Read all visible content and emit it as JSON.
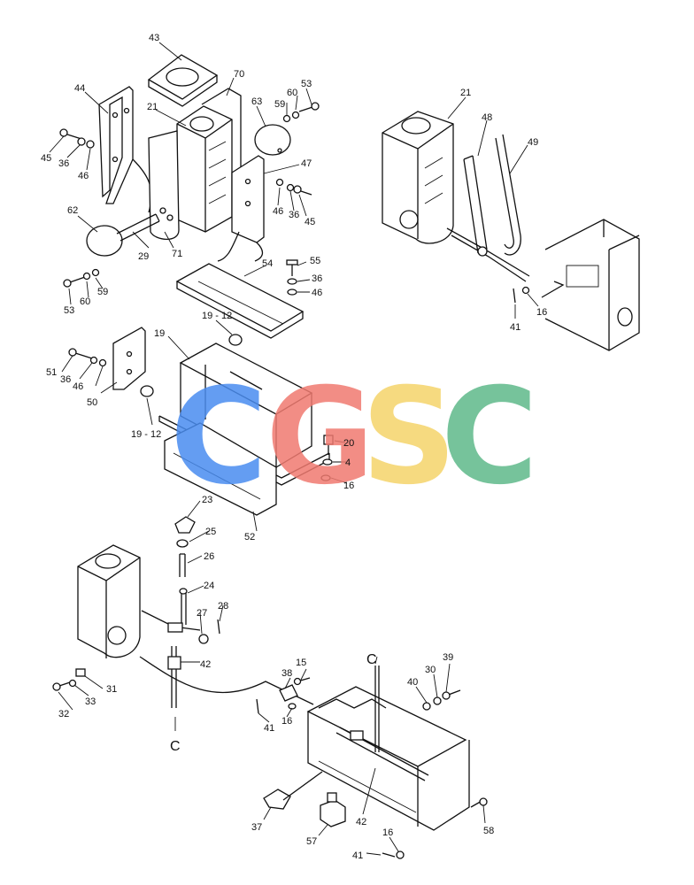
{
  "watermark": {
    "letters": [
      "C",
      "G",
      "S",
      "C"
    ],
    "colors": [
      "#4a8df0",
      "#f07a70",
      "#f5d46a",
      "#5fb98a"
    ]
  },
  "labels": {
    "p43": "43",
    "p44": "44",
    "p70": "70",
    "p21": "21",
    "p63": "63",
    "p60": "60",
    "p53": "53",
    "p59": "59",
    "p45": "45",
    "p36": "36",
    "p46": "46",
    "p47": "47",
    "p62": "62",
    "p71": "71",
    "p29": "29",
    "p54": "54",
    "p55": "55",
    "p19_12": "19 - 12",
    "p19": "19",
    "p51": "51",
    "p50": "50",
    "p20": "20",
    "p4": "4",
    "p16": "16",
    "p52": "52",
    "p48": "48",
    "p49": "49",
    "p41": "41",
    "p23": "23",
    "p25": "25",
    "p26": "26",
    "p24": "24",
    "p27": "27",
    "p28": "28",
    "p42": "42",
    "p31": "31",
    "p32": "32",
    "p33": "33",
    "p38": "38",
    "p15": "15",
    "p40": "40",
    "p30": "30",
    "p39": "39",
    "p37": "37",
    "p57": "57",
    "p58": "58",
    "conn": "C"
  }
}
